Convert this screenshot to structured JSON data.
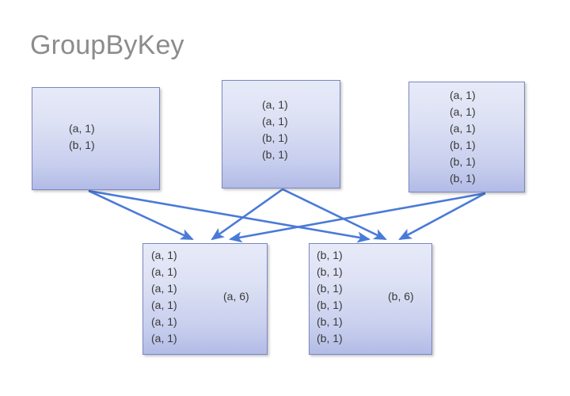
{
  "title": "GroupByKey",
  "colors": {
    "title_text": "#8c8c8c",
    "box_border": "#7b87c0",
    "box_fill_top": "#e7eaf8",
    "box_fill_bottom": "#b2bbe6",
    "arrow": "#4a7ad8",
    "item_text": "#3a3a3a",
    "background": "#ffffff"
  },
  "input_boxes": [
    {
      "name": "input-box-1",
      "items": [
        "(a, 1)",
        "(b, 1)"
      ]
    },
    {
      "name": "input-box-2",
      "items": [
        "(a, 1)",
        "(a, 1)",
        "(b, 1)",
        "(b, 1)"
      ]
    },
    {
      "name": "input-box-3",
      "items": [
        "(a, 1)",
        "(a, 1)",
        "(a, 1)",
        "(b, 1)",
        "(b, 1)",
        "(b, 1)"
      ]
    }
  ],
  "output_boxes": [
    {
      "name": "output-box-a",
      "items": [
        "(a, 1)",
        "(a, 1)",
        "(a, 1)",
        "(a, 1)",
        "(a, 1)",
        "(a, 1)"
      ],
      "aggregate": "(a, 6)"
    },
    {
      "name": "output-box-b",
      "items": [
        "(b, 1)",
        "(b, 1)",
        "(b, 1)",
        "(b, 1)",
        "(b, 1)",
        "(b, 1)"
      ],
      "aggregate": "(b, 6)"
    }
  ],
  "shuffle_arrows": [
    {
      "from": "input-box-1",
      "to": "output-box-a"
    },
    {
      "from": "input-box-1",
      "to": "output-box-b"
    },
    {
      "from": "input-box-2",
      "to": "output-box-a"
    },
    {
      "from": "input-box-2",
      "to": "output-box-b"
    },
    {
      "from": "input-box-3",
      "to": "output-box-a"
    },
    {
      "from": "input-box-3",
      "to": "output-box-b"
    }
  ],
  "aggregate_arrows": [
    {
      "box": "output-box-a",
      "label": "(a, 6)"
    },
    {
      "box": "output-box-b",
      "label": "(b, 6)"
    }
  ]
}
